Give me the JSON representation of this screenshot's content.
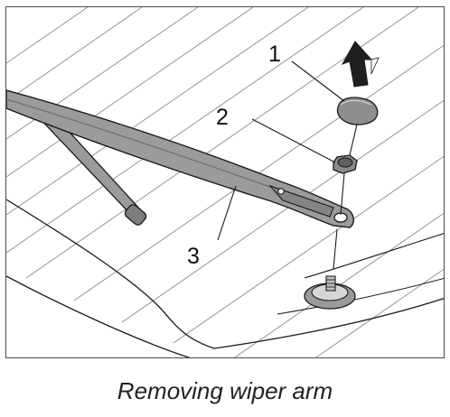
{
  "callouts": [
    {
      "number": "1",
      "part": "cover-cap"
    },
    {
      "number": "2",
      "part": "retaining-nut"
    },
    {
      "number": "3",
      "part": "wiper-arm"
    }
  ],
  "caption": "Removing wiper arm",
  "colors": {
    "line": "#1a1a1a",
    "arm_fill": "#9b9b9b",
    "arm_dark": "#6e6e6e",
    "glass_line": "#8a8a8a",
    "frame": "#4a4a4a"
  }
}
